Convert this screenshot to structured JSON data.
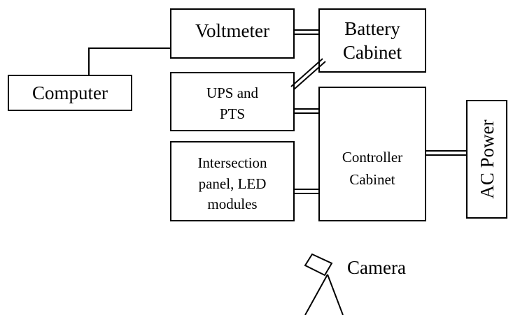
{
  "diagram": {
    "nodes": {
      "computer": "Computer",
      "voltmeter": "Voltmeter",
      "battery_line1": "Battery",
      "battery_line2": "Cabinet",
      "ups_line1": "UPS and",
      "ups_line2": "PTS",
      "intersection_line1": "Intersection",
      "intersection_line2": "panel, LED",
      "intersection_line3": "modules",
      "controller_line1": "Controller",
      "controller_line2": "Cabinet",
      "ac_power": "AC Power",
      "camera": "Camera"
    },
    "connections": [
      {
        "from": "Computer",
        "to": "Voltmeter",
        "style": "single"
      },
      {
        "from": "Voltmeter",
        "to": "Battery Cabinet",
        "style": "double"
      },
      {
        "from": "UPS and PTS",
        "to": "Battery Cabinet",
        "style": "double"
      },
      {
        "from": "UPS and PTS",
        "to": "Controller Cabinet",
        "style": "double"
      },
      {
        "from": "Intersection panel, LED modules",
        "to": "Controller Cabinet",
        "style": "double"
      },
      {
        "from": "Controller Cabinet",
        "to": "AC Power",
        "style": "double"
      }
    ]
  }
}
